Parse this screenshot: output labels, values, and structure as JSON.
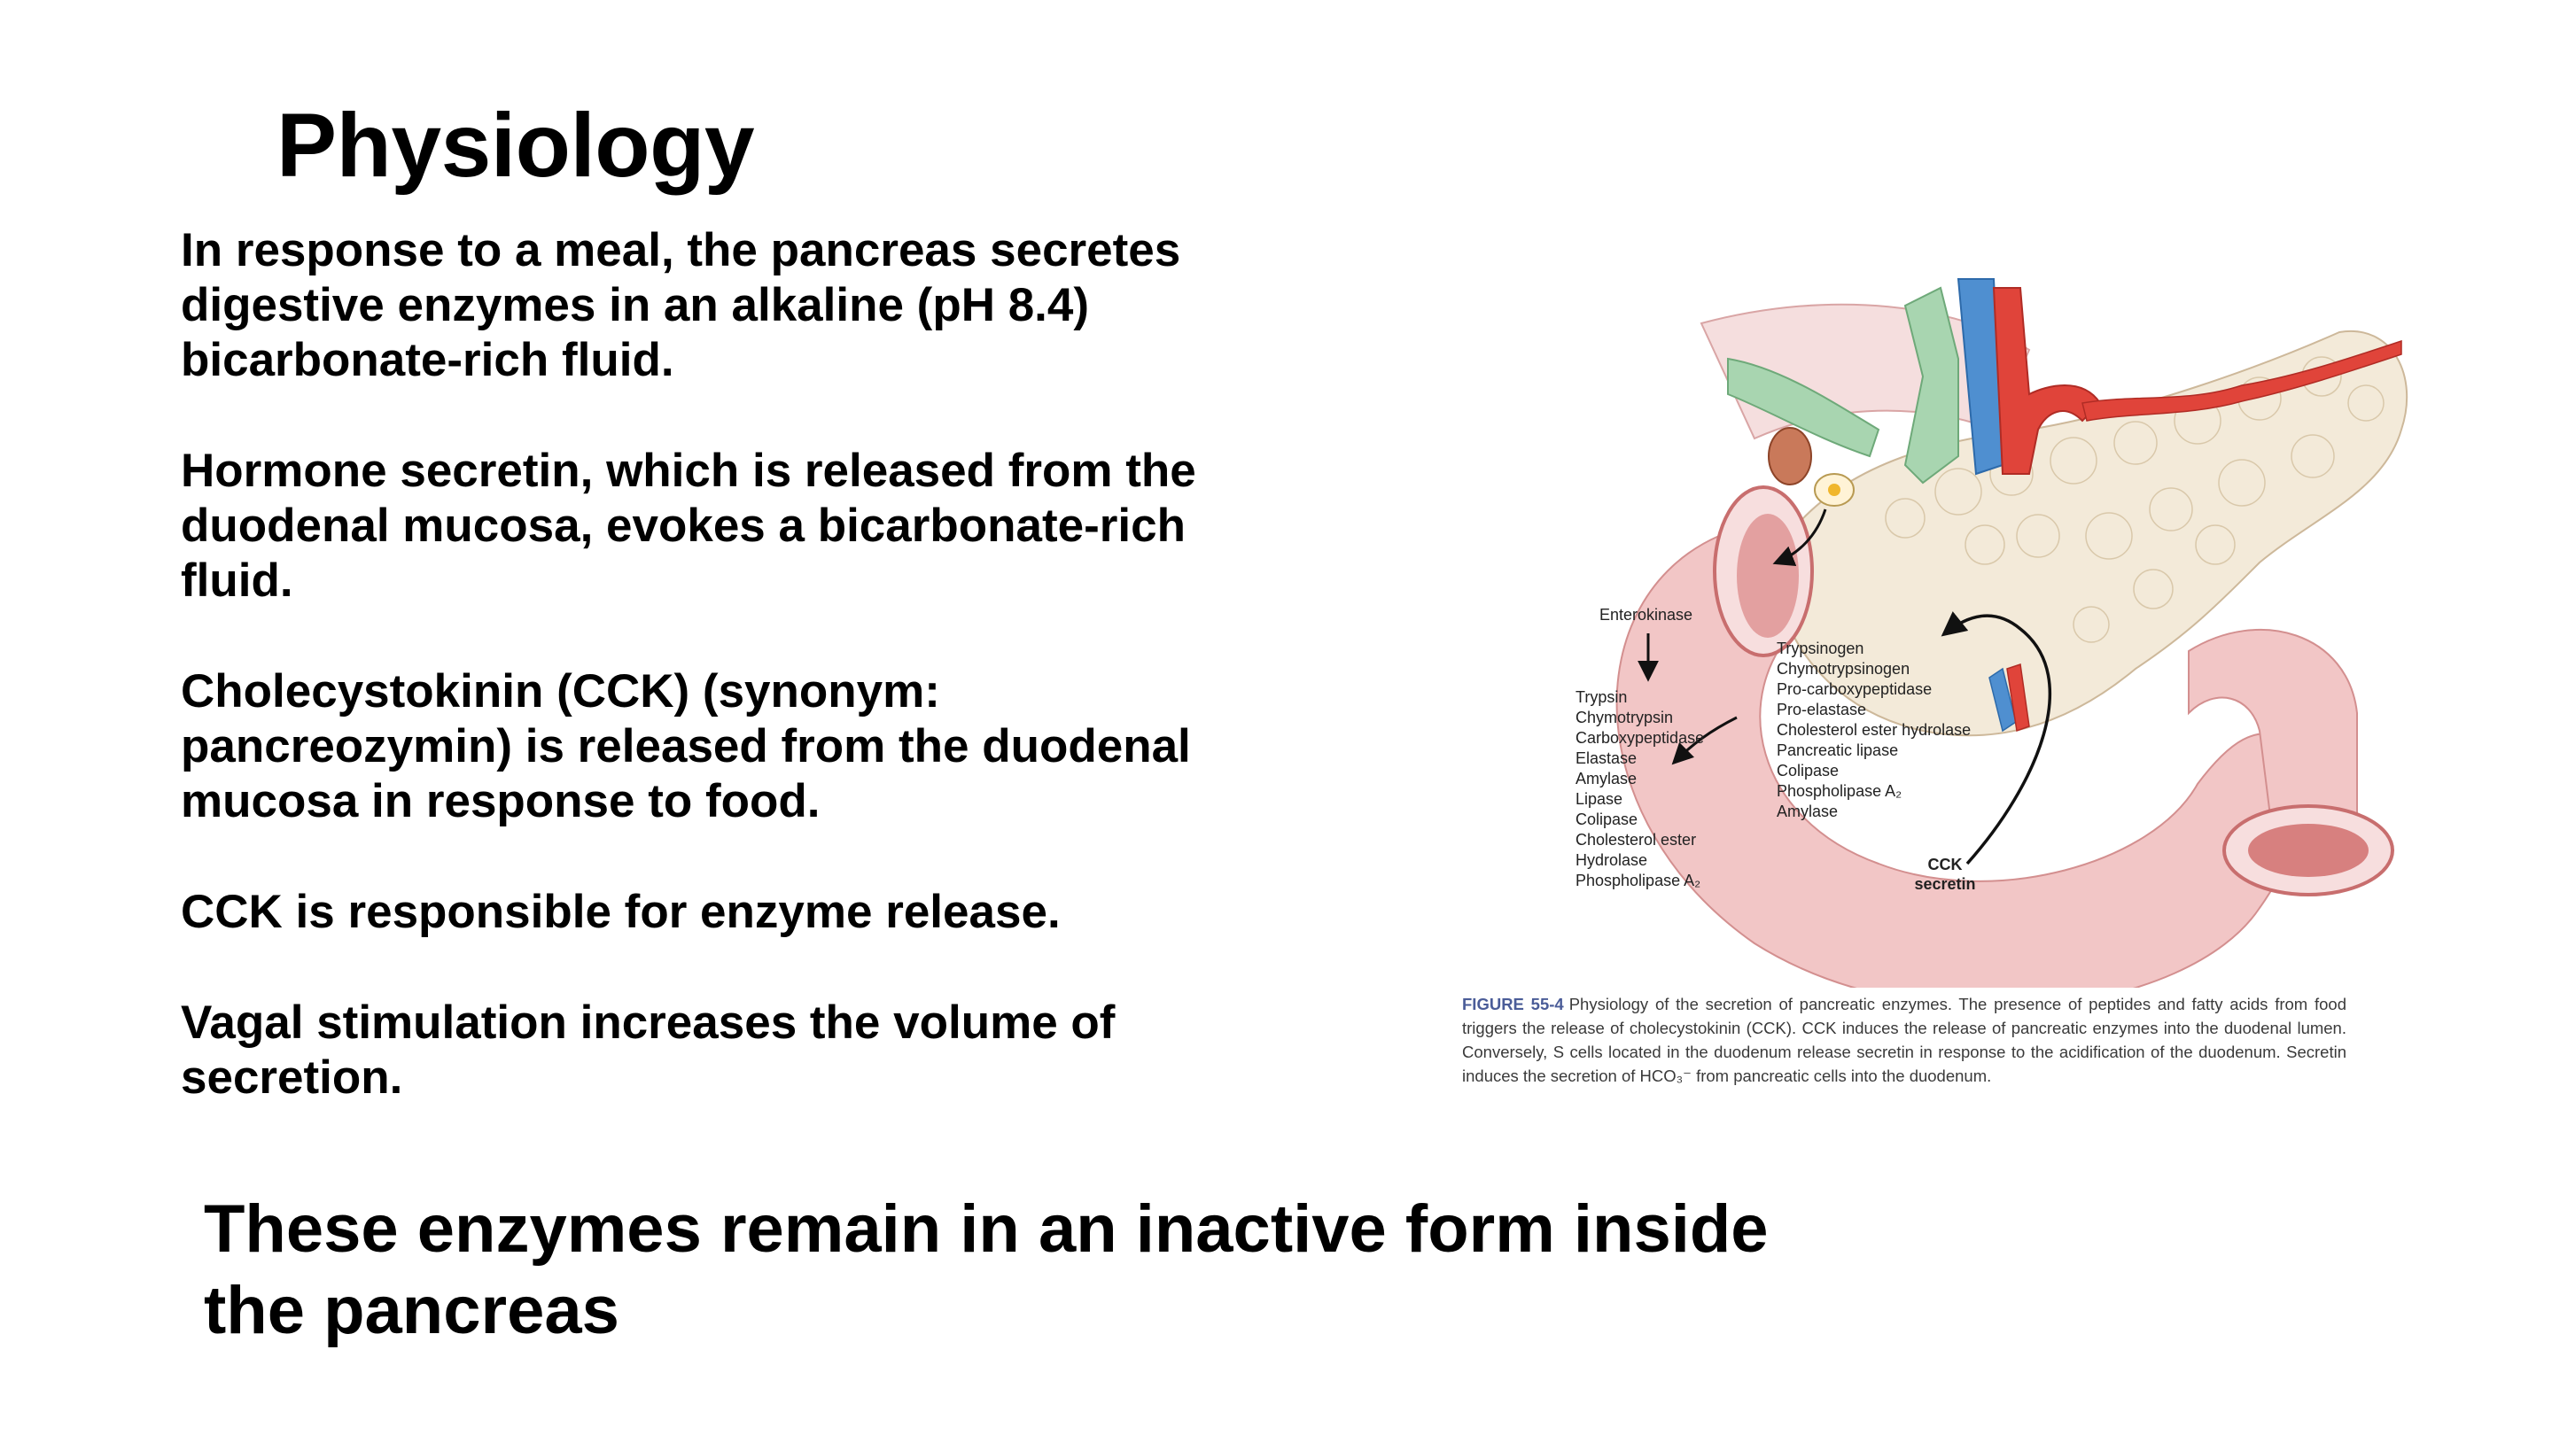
{
  "slide": {
    "title": "Physiology",
    "paragraphs": [
      "In response to a meal, the pancreas secretes\ndigestive enzymes in an alkaline (pH 8.4)\nbicarbonate-rich fluid.",
      "Hormone secretin, which is released from the\nduodenal mucosa, evokes a bicarbonate-rich\nfluid.",
      "Cholecystokinin (CCK) (synonym:\npancreozymin) is released from the duodenal\nmucosa in response to food.",
      "CCK is responsible for enzyme release.",
      "Vagal stimulation increases the volume of\nsecretion."
    ],
    "footer": "These enzymes remain in an inactive form inside\nthe pancreas"
  },
  "figure": {
    "enterokinase_label": "Enterokinase",
    "active_enzymes": [
      "Trypsin",
      "Chymotrypsin",
      "Carboxypeptidase",
      "Elastase",
      "Amylase",
      "Lipase",
      "Colipase",
      "Cholesterol ester",
      "Hydrolase",
      "Phospholipase A₂"
    ],
    "proenzymes": [
      "Trypsinogen",
      "Chymotrypsinogen",
      "Pro-carboxypeptidase",
      "Pro-elastase",
      "Cholesterol ester hydrolase",
      "Pancreatic lipase",
      "Colipase",
      "Phospholipase A₂",
      "Amylase"
    ],
    "cck_label": "CCK",
    "secretin_label": "secretin",
    "caption_label": "FIGURE 55-4",
    "caption_text": "Physiology of the secretion of pancreatic enzymes. The presence of peptides and fatty acids from food triggers the release of cholecystokinin (CCK). CCK induces the release of pancreatic enzymes into the duodenal lumen. Conversely, S cells located in the duodenum release secretin in response to the acidification of the duodenum. Secretin induces the secretion of HCO₃⁻ from pancreatic cells into the duodenum."
  },
  "colors": {
    "duodenum": "#f2c6c6",
    "pancreas": "#f3ead9",
    "bile_duct": "#a8d5b0",
    "artery": "#e0443a",
    "vein": "#4f8fd0",
    "caption_label": "#4a5c98"
  }
}
